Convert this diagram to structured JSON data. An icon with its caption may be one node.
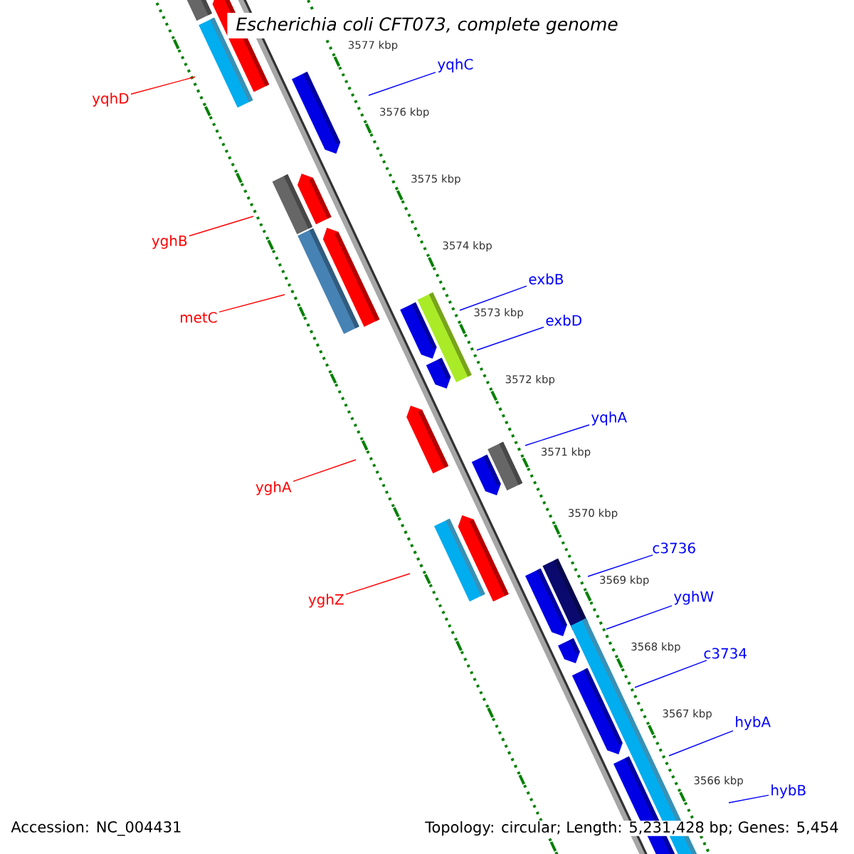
{
  "diagram": {
    "title": "Escherichia coli CFT073, complete genome",
    "nodes": [
      {
        "text": [
          "yqhC"
        ]
      },
      {
        "text": [
          "yqhD"
        ]
      },
      {
        "text": [
          "yghB"
        ]
      },
      {
        "text": [
          "exbB"
        ]
      },
      {
        "text": [
          "metC"
        ]
      },
      {
        "text": [
          "exbD"
        ]
      },
      {
        "text": [
          "yqhA"
        ]
      },
      {
        "text": [
          "yghA"
        ]
      },
      {
        "text": [
          "c3736"
        ]
      },
      {
        "text": [
          "yghW"
        ]
      },
      {
        "text": [
          "yghZ"
        ]
      },
      {
        "text": [
          "c3734"
        ]
      },
      {
        "text": [
          "hybA"
        ]
      },
      {
        "text": [
          "hybB"
        ]
      }
    ],
    "edges": [
      {
        "from": 0,
        "to": null,
        "arrow": "none",
        "color": "#0000ff"
      },
      {
        "from": 1,
        "to": null,
        "arrow": "none",
        "color": "#ff0000"
      },
      {
        "from": 2,
        "to": null,
        "arrow": "none",
        "color": "#ff0000"
      },
      {
        "from": 3,
        "to": null,
        "arrow": "none",
        "color": "#0000ff"
      },
      {
        "from": 4,
        "to": null,
        "arrow": "none",
        "color": "#ff0000"
      },
      {
        "from": 5,
        "to": null,
        "arrow": "none",
        "color": "#0000ff"
      },
      {
        "from": 6,
        "to": null,
        "arrow": "none",
        "color": "#0000ff"
      },
      {
        "from": 7,
        "to": null,
        "arrow": "none",
        "color": "#ff0000"
      },
      {
        "from": 8,
        "to": null,
        "arrow": "none",
        "color": "#0000ff"
      },
      {
        "from": 9,
        "to": null,
        "arrow": "none",
        "color": "#0000ff"
      },
      {
        "from": 10,
        "to": null,
        "arrow": "none",
        "color": "#ff0000"
      },
      {
        "from": 11,
        "to": null,
        "arrow": "none",
        "color": "#0000ff"
      },
      {
        "from": 12,
        "to": null,
        "arrow": "none",
        "color": "#0000ff"
      },
      {
        "from": 13,
        "to": null,
        "arrow": "none",
        "color": "#0000ff"
      }
    ],
    "labels": [
      "3577 kbp",
      "3576 kbp",
      "3575 kbp",
      "3574 kbp",
      "3573 kbp",
      "3572 kbp",
      "3571 kbp",
      "3570 kbp",
      "3569 kbp",
      "3568 kbp",
      "3567 kbp",
      "3566 kbp",
      "Accession: NC_004431",
      "Topology: circular; Length: 5,231,428 bp; Genes: 5,454"
    ]
  }
}
